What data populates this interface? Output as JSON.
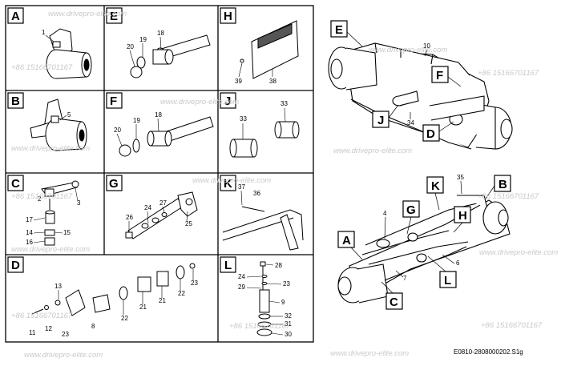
{
  "panels": [
    {
      "id": "A",
      "callouts": [
        "1"
      ]
    },
    {
      "id": "B",
      "callouts": [
        "5"
      ]
    },
    {
      "id": "C",
      "callouts": [
        "2",
        "3",
        "17",
        "14",
        "15",
        "16"
      ]
    },
    {
      "id": "D",
      "callouts": [
        "13",
        "11",
        "12",
        "23",
        "8",
        "22",
        "21",
        "21",
        "22",
        "23"
      ]
    },
    {
      "id": "E",
      "callouts": [
        "18",
        "19",
        "20"
      ]
    },
    {
      "id": "F",
      "callouts": [
        "18",
        "19",
        "20"
      ]
    },
    {
      "id": "G",
      "callouts": [
        "27",
        "24",
        "26",
        "25"
      ]
    },
    {
      "id": "H",
      "callouts": [
        "39",
        "38"
      ]
    },
    {
      "id": "J",
      "callouts": [
        "33",
        "33"
      ]
    },
    {
      "id": "K",
      "callouts": [
        "37",
        "36"
      ]
    },
    {
      "id": "L",
      "callouts": [
        "28",
        "24",
        "23",
        "29",
        "9",
        "32",
        "31",
        "30"
      ]
    }
  ],
  "assembly_callouts": {
    "upper": {
      "labels": [
        "E",
        "F",
        "J",
        "D"
      ],
      "numbers": [
        "10",
        "34"
      ]
    },
    "lower": {
      "labels": [
        "K",
        "B",
        "G",
        "H",
        "A",
        "L",
        "C"
      ],
      "numbers": [
        "35",
        "4",
        "6",
        "7"
      ]
    }
  },
  "watermark_url": "www.drivepro-elite.com",
  "watermark_phone": "+86 15166701167",
  "reference": "E0810-2808000202.S1g"
}
